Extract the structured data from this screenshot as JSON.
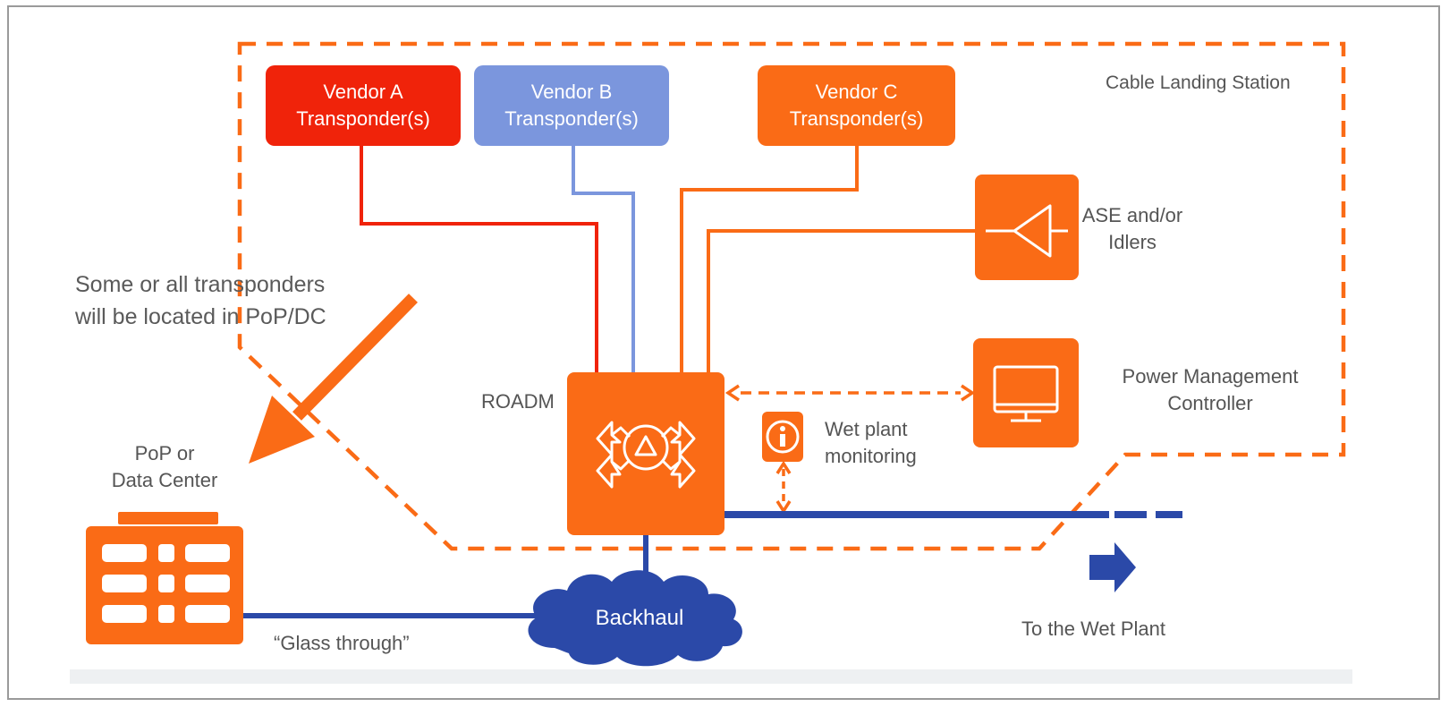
{
  "colors": {
    "orange": "#fa6b16",
    "vendor_a": "#f0230a",
    "vendor_b": "#7b96dd",
    "backhaul_blue": "#2b49a8",
    "label_gray": "#555555"
  },
  "transponders": [
    {
      "line1": "Vendor A",
      "line2": "Transponder(s)"
    },
    {
      "line1": "Vendor B",
      "line2": "Transponder(s)"
    },
    {
      "line1": "Vendor C",
      "line2": "Transponder(s)"
    }
  ],
  "labels": {
    "cable_landing_station": "Cable Landing Station",
    "ase_line1": "ASE and/or",
    "ase_line2": "Idlers",
    "transponders_note_line1": "Some or all transponders",
    "transponders_note_line2": "will be located in PoP/DC",
    "roadm": "ROADM",
    "pmc_line1": "Power Management",
    "pmc_line2": "Controller",
    "wet_line1": "Wet plant",
    "wet_line2": "monitoring",
    "pop_line1": "PoP or",
    "pop_line2": "Data Center",
    "backhaul": "Backhaul",
    "glass_through": "“Glass through”",
    "to_wet_plant": "To the Wet Plant"
  },
  "icons": [
    "amplifier-icon",
    "monitor-icon",
    "info-icon",
    "roadm-arrows-icon",
    "building-icon",
    "cloud-icon",
    "arrow-right-icon",
    "diagonal-arrow-icon"
  ]
}
